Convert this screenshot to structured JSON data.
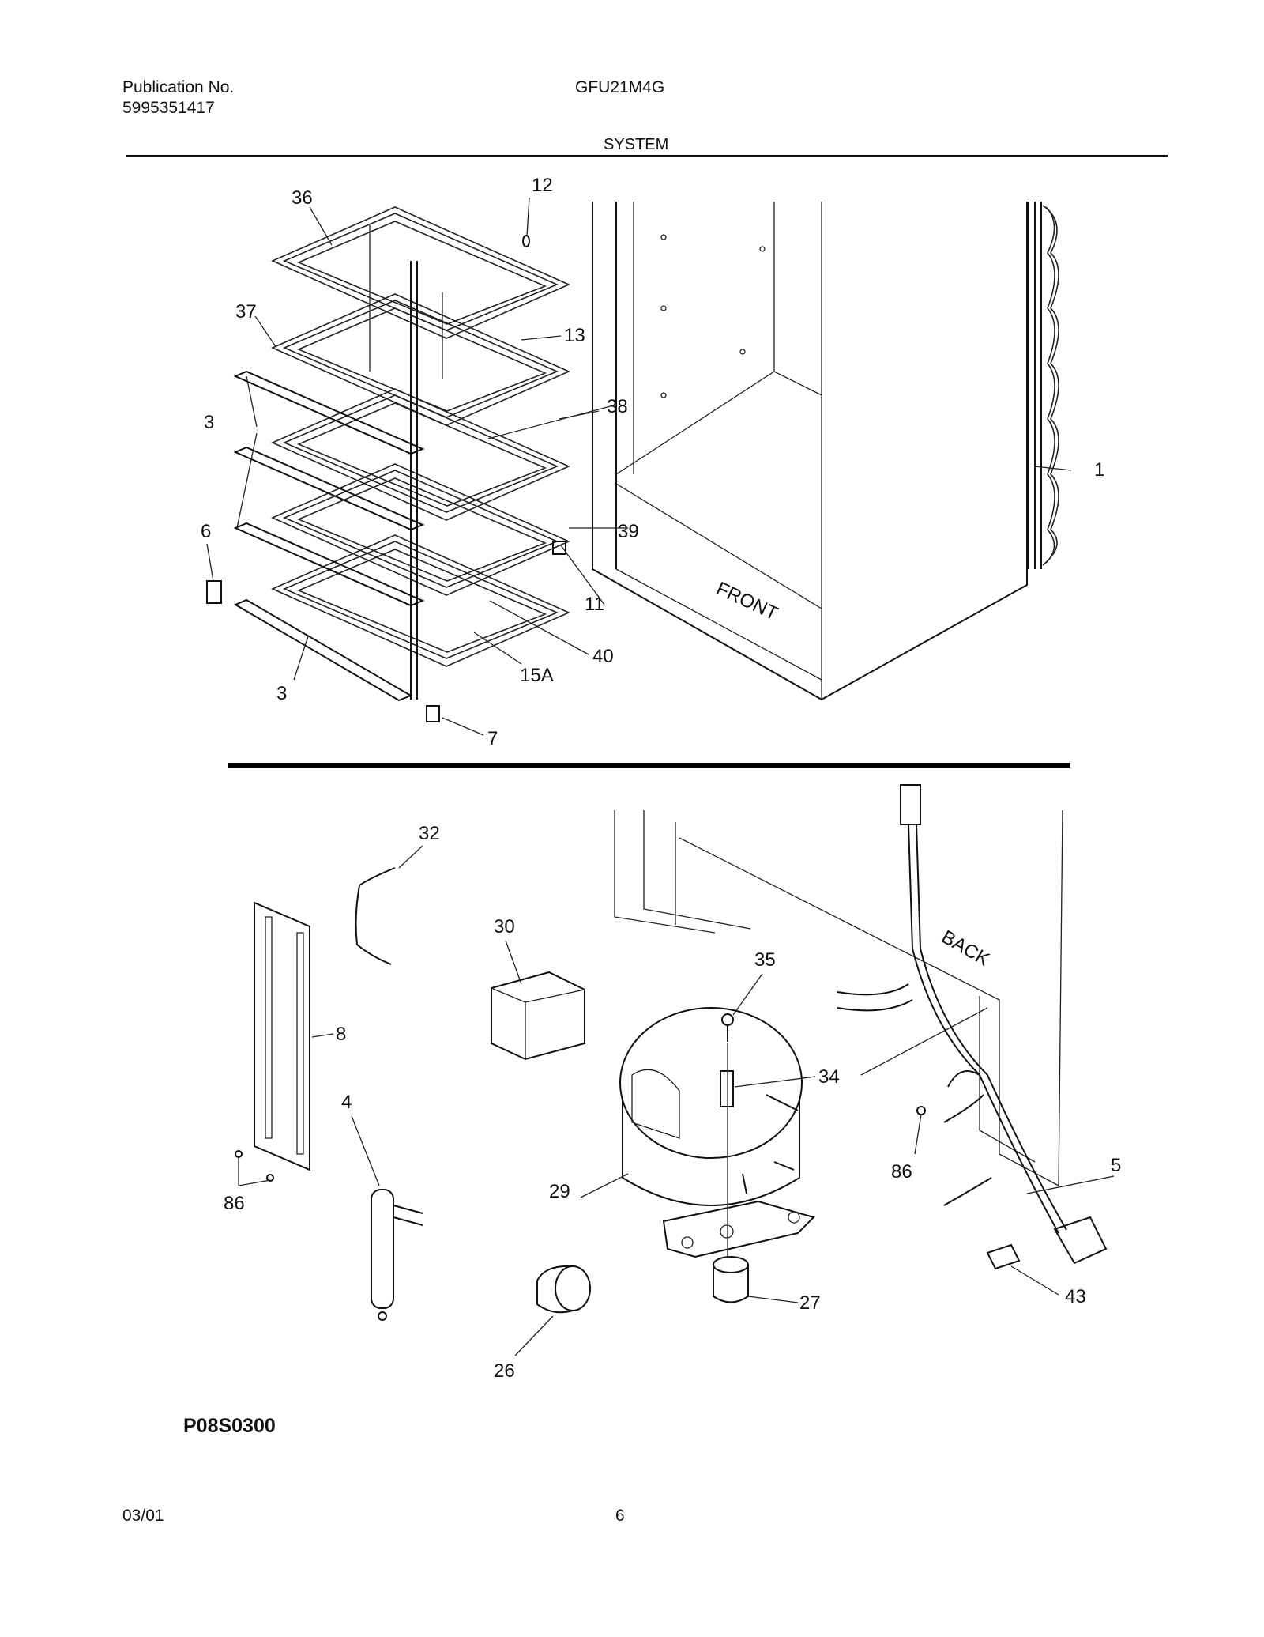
{
  "header": {
    "publication_label": "Publication No.",
    "publication_number": "5995351417",
    "model": "GFU21M4G",
    "section_title": "SYSTEM"
  },
  "cabinet_labels": {
    "front": "FRONT",
    "back": "BACK"
  },
  "callouts": {
    "c1": "1",
    "c3a": "3",
    "c3b": "3",
    "c4": "4",
    "c5": "5",
    "c6": "6",
    "c7": "7",
    "c8": "8",
    "c11": "11",
    "c12": "12",
    "c13": "13",
    "c15a": "15A",
    "c26": "26",
    "c27": "27",
    "c29": "29",
    "c30": "30",
    "c32": "32",
    "c34": "34",
    "c35": "35",
    "c36": "36",
    "c37": "37",
    "c38": "38",
    "c39": "39",
    "c40": "40",
    "c43": "43",
    "c86a": "86",
    "c86b": "86"
  },
  "diagram_code": "P08S0300",
  "footer": {
    "date": "03/01",
    "page_number": "6"
  }
}
